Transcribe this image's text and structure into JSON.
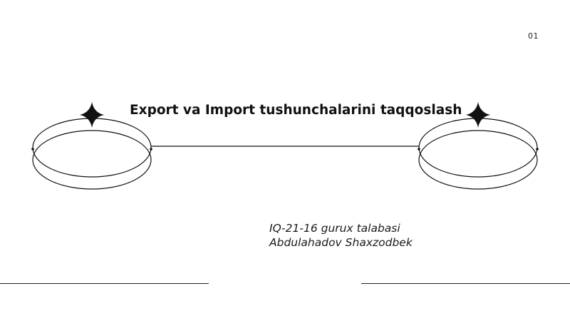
{
  "slide": {
    "number": "01",
    "title": "Export va Import tushunchalarini taqqoslash",
    "subtitle_lines": [
      "IQ-21-16 gurux talabasi",
      "Abdulahadov Shaxzodbek"
    ]
  },
  "decorations": {
    "left_shape": "ring-ellipse",
    "right_shape": "ring-ellipse",
    "sparkle_icon": "four-point-star-icon",
    "line_color": "#111111"
  }
}
